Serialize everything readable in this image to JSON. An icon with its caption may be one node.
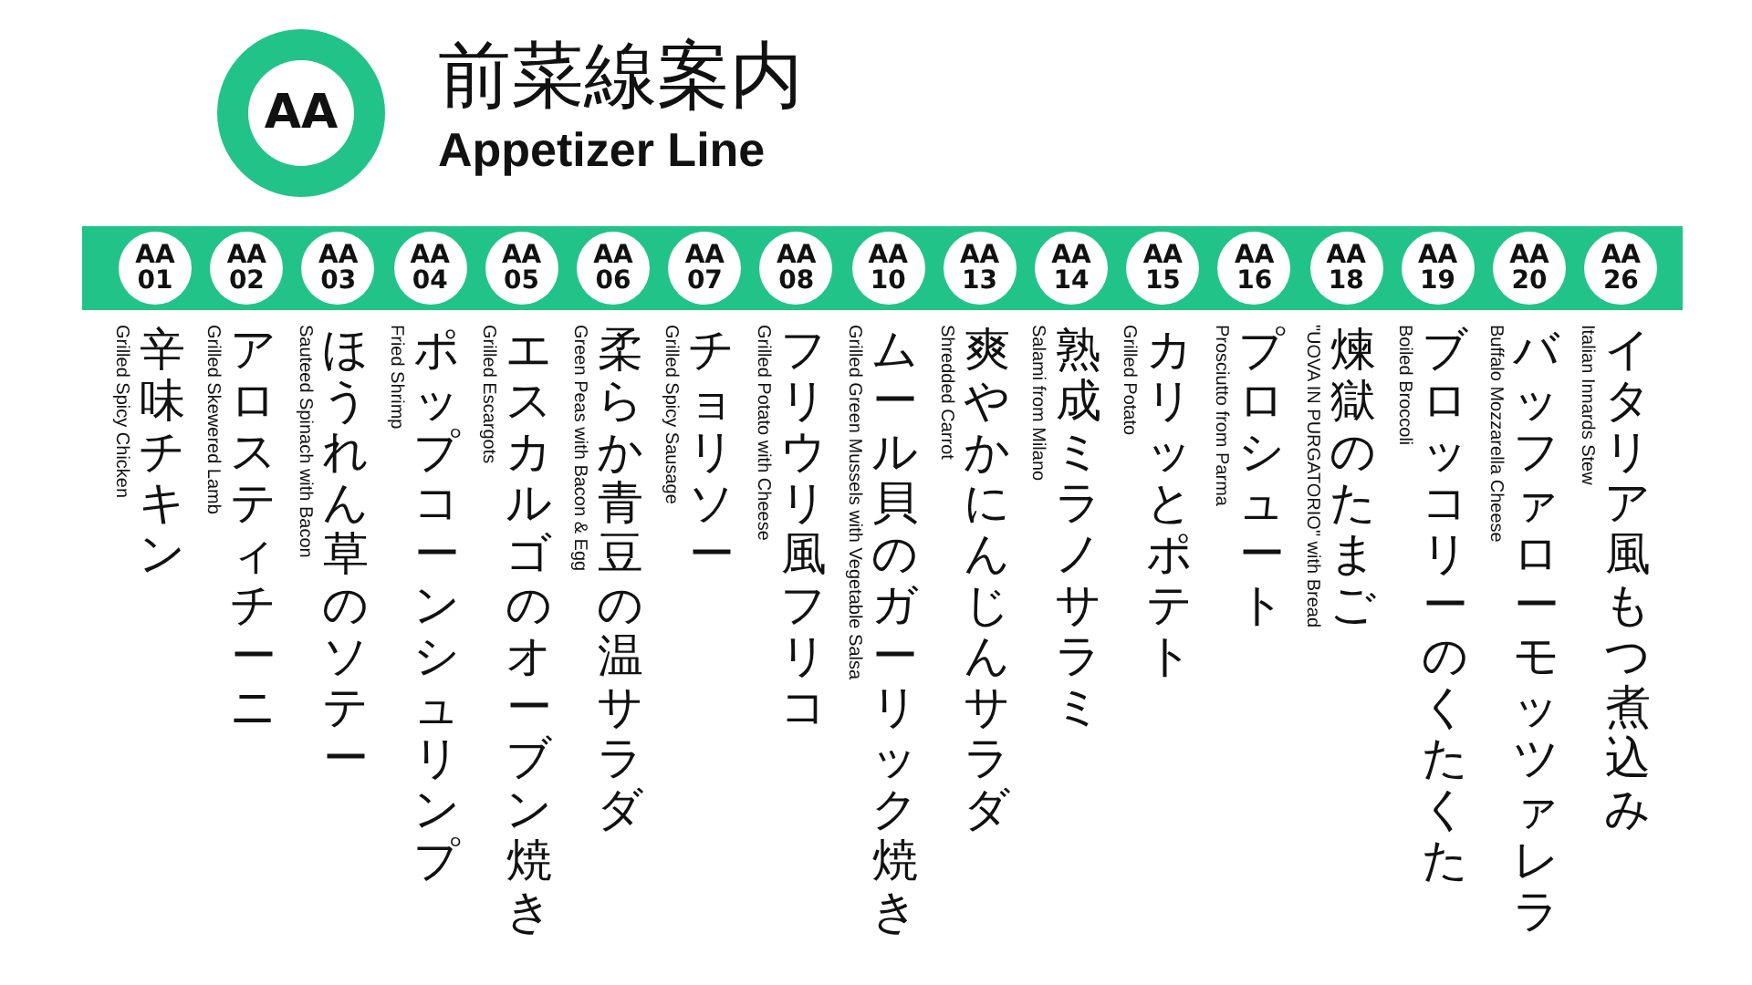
{
  "diagram": {
    "title": "前菜線案内",
    "nodes": [
      {
        "text": [
          "AA"
        ]
      },
      {
        "text": [],
        "shape": "bar"
      },
      {
        "text": [
          "AA 01"
        ],
        "in": 1,
        "beside": [
          "辛味チキン",
          "Grilled Spicy Chicken"
        ]
      },
      {
        "text": [
          "AA 02"
        ],
        "in": 1,
        "beside": [
          "アロスティチーニ",
          "Grilled Skewered Lamb"
        ]
      },
      {
        "text": [
          "AA 03"
        ],
        "in": 1,
        "beside": [
          "ほうれん草のソテー",
          "Sauteed Spinach with Bacon"
        ]
      },
      {
        "text": [
          "AA 04"
        ],
        "in": 1,
        "beside": [
          "ポップコーンシュリンプ",
          "Fried Shrimp"
        ]
      },
      {
        "text": [
          "AA 05"
        ],
        "in": 1,
        "beside": [
          "エスカルゴのオーブン焼き",
          "Grilled Escargots"
        ]
      },
      {
        "text": [
          "AA 06"
        ],
        "in": 1,
        "beside": [
          "柔らか青豆の温サラダ",
          "Green Peas with Bacon & Egg"
        ]
      },
      {
        "text": [
          "AA 07"
        ],
        "in": 1,
        "beside": [
          "チョリソー",
          "Grilled Spicy Sausage"
        ]
      },
      {
        "text": [
          "AA 08"
        ],
        "in": 1,
        "beside": [
          "フリウリ風フリコ",
          "Grilled Potato with Cheese"
        ]
      },
      {
        "text": [
          "AA 10"
        ],
        "in": 1,
        "beside": [
          "ムール貝のガーリック焼き",
          "Grilled Green Mussels with Vegetable Salsa"
        ]
      },
      {
        "text": [
          "AA 13"
        ],
        "in": 1,
        "beside": [
          "爽やかにんじんサラダ",
          "Shredded Carrot"
        ]
      },
      {
        "text": [
          "AA 14"
        ],
        "in": 1,
        "beside": [
          "熟成ミラノサラミ",
          "Salami from Milano"
        ]
      },
      {
        "text": [
          "AA 15"
        ],
        "in": 1,
        "beside": [
          "カリッとポテト",
          "Grilled Potato"
        ]
      },
      {
        "text": [
          "AA 16"
        ],
        "in": 1,
        "beside": [
          "プロシュート",
          "Prosciutto from Parma"
        ]
      },
      {
        "text": [
          "AA 18"
        ],
        "in": 1,
        "beside": [
          "煉獄のたまご",
          "\"UOVA IN PURGATORIO\" with Bread"
        ]
      },
      {
        "text": [
          "AA 19"
        ],
        "in": 1,
        "beside": [
          "ブロッコリーのくたくた",
          "Boiled Broccoli"
        ]
      },
      {
        "text": [
          "AA 20"
        ],
        "in": 1,
        "beside": [
          "バッファローモッツァレラ",
          "Buffalo Mozzarella Cheese"
        ]
      },
      {
        "text": [
          "AA 26"
        ],
        "in": 1,
        "beside": [
          "イタリア風もつ煮込み",
          "Italian Innards Stew"
        ]
      }
    ],
    "edges": [],
    "labels": [
      "Appetizer Line"
    ]
  }
}
